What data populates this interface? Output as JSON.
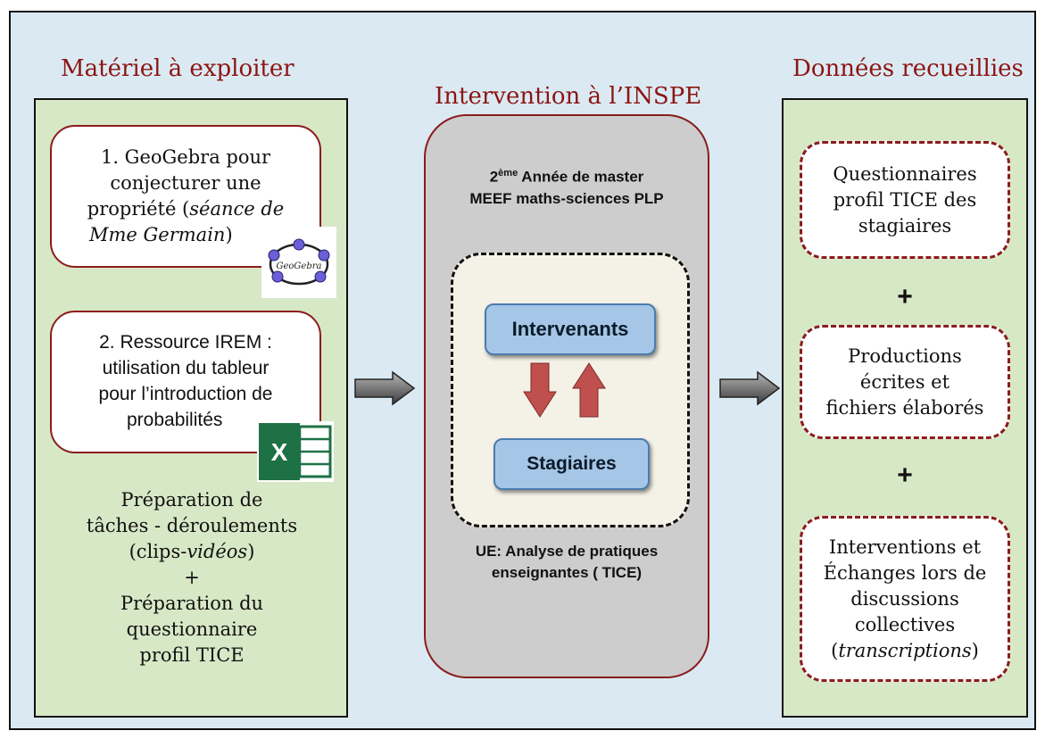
{
  "headings": {
    "left": "Matériel à exploiter",
    "center": "Intervention à l’INSPE",
    "right": "Données recueillies"
  },
  "left": {
    "box1": {
      "line1": "1. GeoGebra pour",
      "line2": "conjecturer une",
      "line3a": "propriété (",
      "line3b": "séance de",
      "line4a": "Mme Germain",
      "line4b": ")",
      "logo_text": "GeoGebra"
    },
    "box2": {
      "line1": "2. Ressource IREM :",
      "line2": "utilisation du tableur",
      "line3": "pour l’introduction de",
      "line4": "probabilités",
      "logo_text": "X"
    },
    "prep": {
      "line1": "Préparation de",
      "line2": "tâches - déroulements",
      "line3a": "(clips-",
      "line3b": "vidéos",
      "line3c": ")",
      "plus": "+",
      "line4": "Préparation du",
      "line5": "questionnaire",
      "line6": "profil TICE"
    }
  },
  "center": {
    "year_prefix": "2",
    "year_sup": "ème",
    "year_rest": " Année de master",
    "program": "MEEF maths-sciences PLP",
    "intervenants": "Intervenants",
    "stagiaires": "Stagiaires",
    "ue_line1": "UE: Analyse de pratiques",
    "ue_line2": "enseignantes ( TICE)"
  },
  "right": {
    "box1": {
      "line1": "Questionnaires",
      "line2": "profil TICE des",
      "line3": "stagiaires"
    },
    "plus1": "+",
    "box2": {
      "line1": "Productions",
      "line2": "écrites et",
      "line3": "fichiers élaborés"
    },
    "plus2": "+",
    "box3": {
      "line1": "Interventions et",
      "line2": "Échanges lors de",
      "line3": "discussions",
      "line4": "collectives",
      "line5a": "(",
      "line5b": "transcriptions",
      "line5c": ")"
    }
  },
  "colors": {
    "heading": "#8c1515",
    "background": "#dbeaf2",
    "panel": "#d7e8c6",
    "center_box": "#cdcdcd",
    "blue_box": "#a5c6e6",
    "arrow_red": "#c0504d"
  }
}
